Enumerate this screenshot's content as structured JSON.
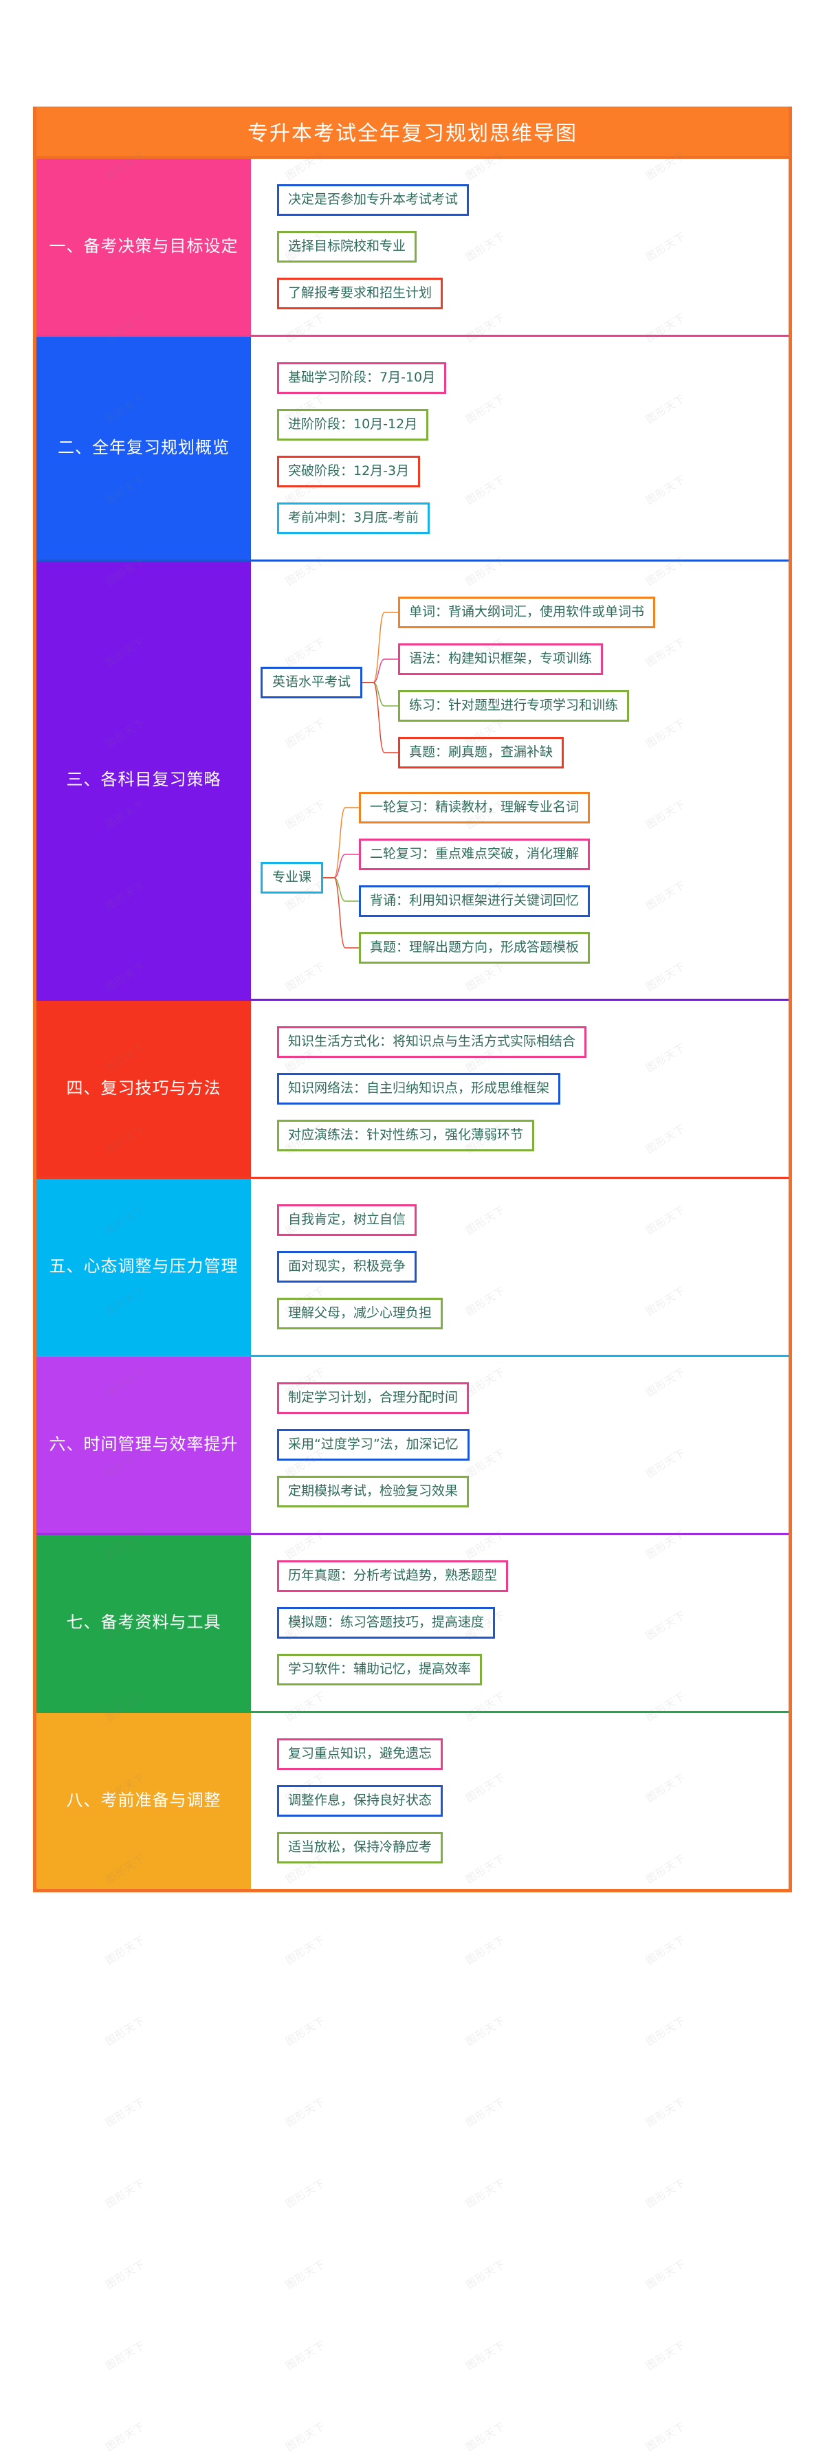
{
  "header": {
    "title": "专升本考试全年复习规划思维导图",
    "background_color": "#fb7d28",
    "text_color": "#ffffff"
  },
  "watermark": {
    "text": "图形天下"
  },
  "sections": [
    {
      "label": "一、备考决策与目标设定",
      "label_color": "#fa3e8e",
      "divider_color": "#ef3d8e",
      "items": [
        {
          "text": "决定是否参加专升本考试考试",
          "border_color": "#1a56d6"
        },
        {
          "text": "选择目标院校和专业",
          "border_color": "#7fb03c"
        },
        {
          "text": "了解报考要求和招生计划",
          "border_color": "#ef3b24"
        }
      ]
    },
    {
      "label": "二、全年复习规划概览",
      "label_color": "#1a5cf5",
      "divider_color": "#1a56d6",
      "items": [
        {
          "text": "基础学习阶段：7月-10月",
          "border_color": "#ef3d8e"
        },
        {
          "text": "进阶阶段：10月-12月",
          "border_color": "#7fb03c"
        },
        {
          "text": "突破阶段：12月-3月",
          "border_color": "#ef3b24"
        },
        {
          "text": "考前冲刺：3月底-考前",
          "border_color": "#14b4ea"
        }
      ]
    },
    {
      "label": "三、各科目复习策略",
      "label_color": "#7a16e8",
      "divider_color": "#7a16e8",
      "branches": [
        {
          "head": "英语水平考试",
          "head_border_color": "#1a56d6",
          "children": [
            {
              "text": "单词：背诵大纲词汇，使用软件或单词书",
              "border_color": "#f58220"
            },
            {
              "text": "语法：构建知识框架，专项训练",
              "border_color": "#ef3d8e"
            },
            {
              "text": "练习：针对题型进行专项学习和训练",
              "border_color": "#7fb03c"
            },
            {
              "text": "真题：刷真题，查漏补缺",
              "border_color": "#ef3b24"
            }
          ]
        },
        {
          "head": "专业课",
          "head_border_color": "#14b4ea",
          "children": [
            {
              "text": "一轮复习：精读教材，理解专业名词",
              "border_color": "#f58220"
            },
            {
              "text": "二轮复习：重点难点突破，消化理解",
              "border_color": "#ef3d8e"
            },
            {
              "text": "背诵：利用知识框架进行关键词回忆",
              "border_color": "#1a56d6"
            },
            {
              "text": "真题：理解出题方向，形成答题模板",
              "border_color": "#7fb03c"
            }
          ]
        }
      ]
    },
    {
      "label": "四、复习技巧与方法",
      "label_color": "#f5341f",
      "divider_color": "#ef3b24",
      "items": [
        {
          "text": "知识生活方式化：将知识点与生活方式实际相结合",
          "border_color": "#ef3d8e"
        },
        {
          "text": "知识网络法：自主归纳知识点，形成思维框架",
          "border_color": "#1a56d6"
        },
        {
          "text": "对应演练法：针对性练习，强化薄弱环节",
          "border_color": "#7fb03c"
        }
      ]
    },
    {
      "label": "五、心态调整与压力管理",
      "label_color": "#00b7f1",
      "divider_color": "#14b4ea",
      "items": [
        {
          "text": "自我肯定，树立自信",
          "border_color": "#ef3d8e"
        },
        {
          "text": "面对现实，积极竞争",
          "border_color": "#1a56d6"
        },
        {
          "text": "理解父母，减少心理负担",
          "border_color": "#7fb03c"
        }
      ]
    },
    {
      "label": "六、时间管理与效率提升",
      "label_color": "#bb40f0",
      "divider_color": "#a02be0",
      "items": [
        {
          "text": "制定学习计划，合理分配时间",
          "border_color": "#ef3d8e"
        },
        {
          "text": "采用“过度学习”法，加深记忆",
          "border_color": "#1a56d6"
        },
        {
          "text": "定期模拟考试，检验复习效果",
          "border_color": "#7fb03c"
        }
      ]
    },
    {
      "label": "七、备考资料与工具",
      "label_color": "#22a64c",
      "divider_color": "#22a64c",
      "items": [
        {
          "text": "历年真题：分析考试趋势，熟悉题型",
          "border_color": "#ef3d8e"
        },
        {
          "text": "模拟题：练习答题技巧，提高速度",
          "border_color": "#1a56d6"
        },
        {
          "text": "学习软件：辅助记忆，提高效率",
          "border_color": "#7fb03c"
        }
      ]
    },
    {
      "label": "八、考前准备与调整",
      "label_color": "#f5a821",
      "divider_color": "#f0702a",
      "items": [
        {
          "text": "复习重点知识，避免遗忘",
          "border_color": "#ef3d8e"
        },
        {
          "text": "调整作息，保持良好状态",
          "border_color": "#1a56d6"
        },
        {
          "text": "适当放松，保持冷静应考",
          "border_color": "#7fb03c"
        }
      ]
    }
  ],
  "layout": {
    "frame_border_color": "#f0702a",
    "node_text_color": "#2f6b5a"
  }
}
